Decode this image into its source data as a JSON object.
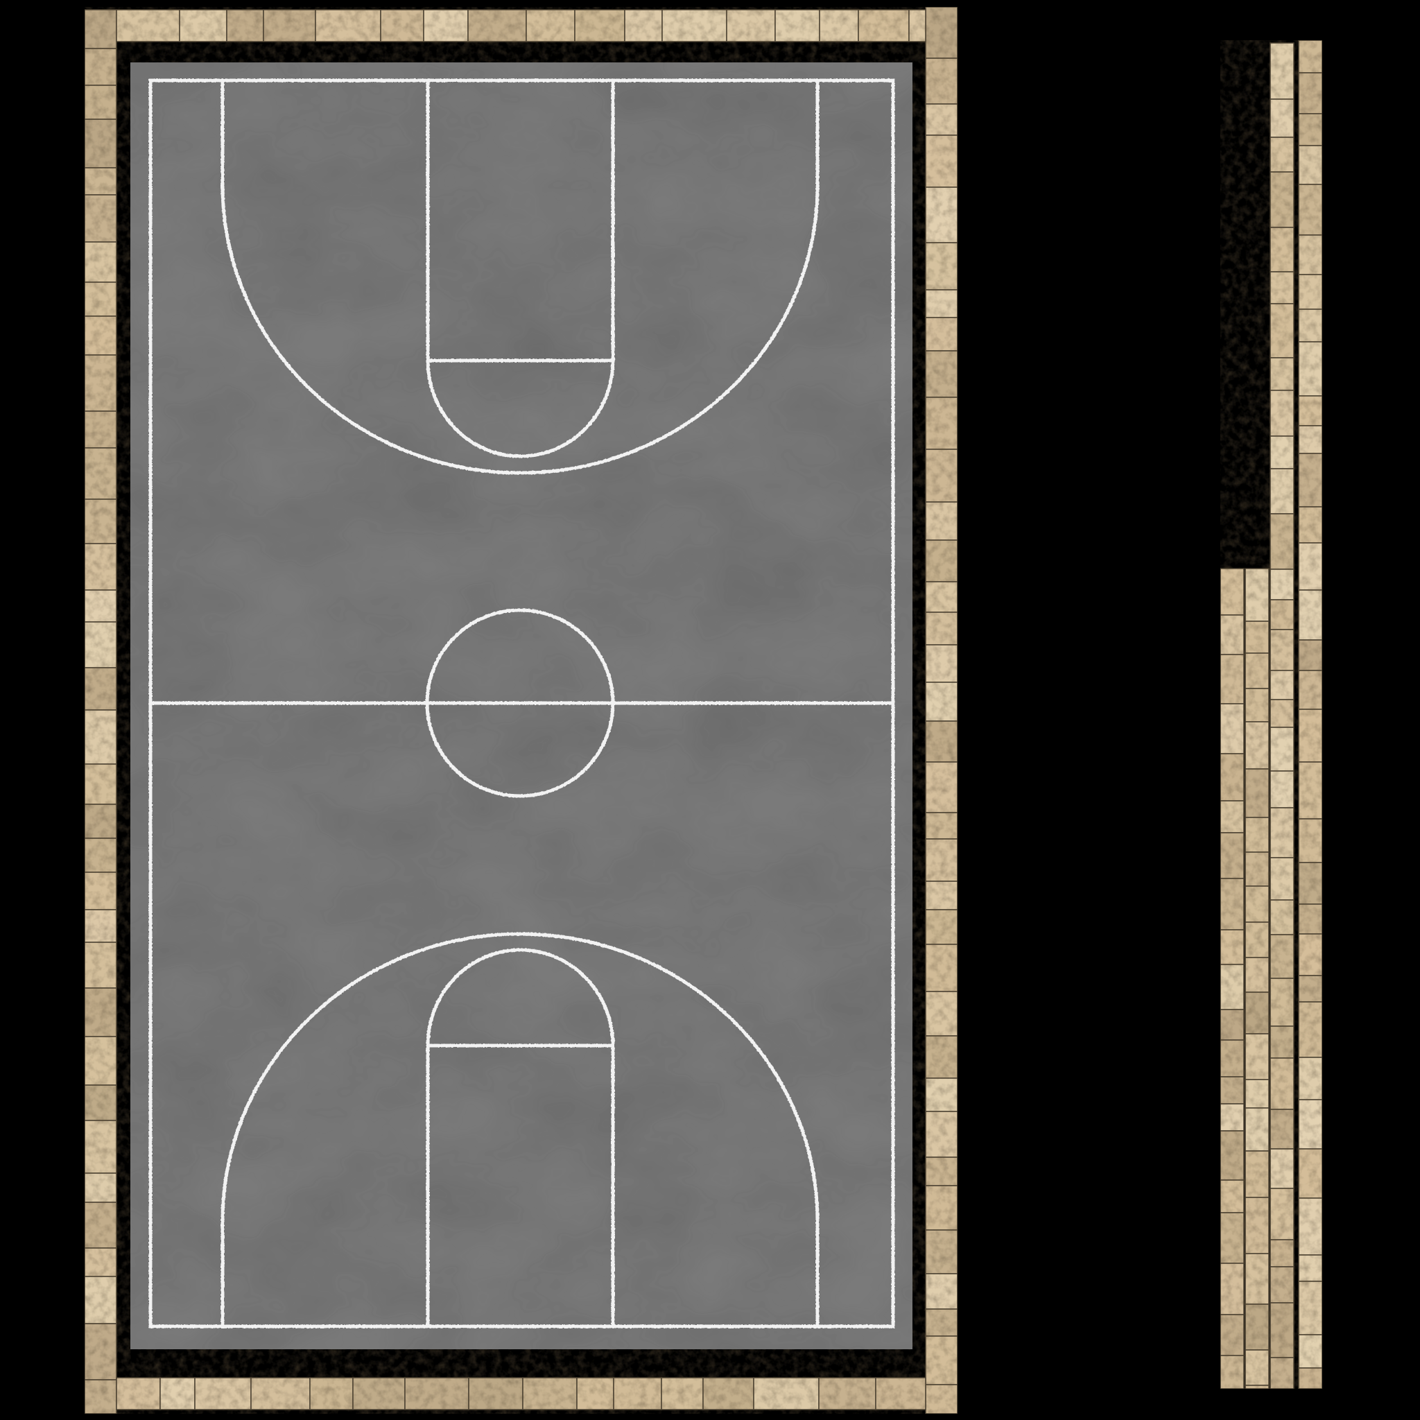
{
  "texture_atlas": {
    "background_color": "#000000",
    "court": {
      "surface_color": "#7a7a7a",
      "line_color": "#f2f2f2",
      "border_gap_color": "#000000"
    },
    "stone": {
      "base_color": "#d2bc98",
      "light_color": "#e3d2b2",
      "dark_color": "#9c8a6c",
      "joint_color": "#4a4030"
    },
    "elements": [
      "stone-border-frame",
      "basketball-court",
      "stone-strip-short-left",
      "stone-strip-short-right",
      "stone-strip-tall-left",
      "stone-strip-tall-right"
    ]
  }
}
